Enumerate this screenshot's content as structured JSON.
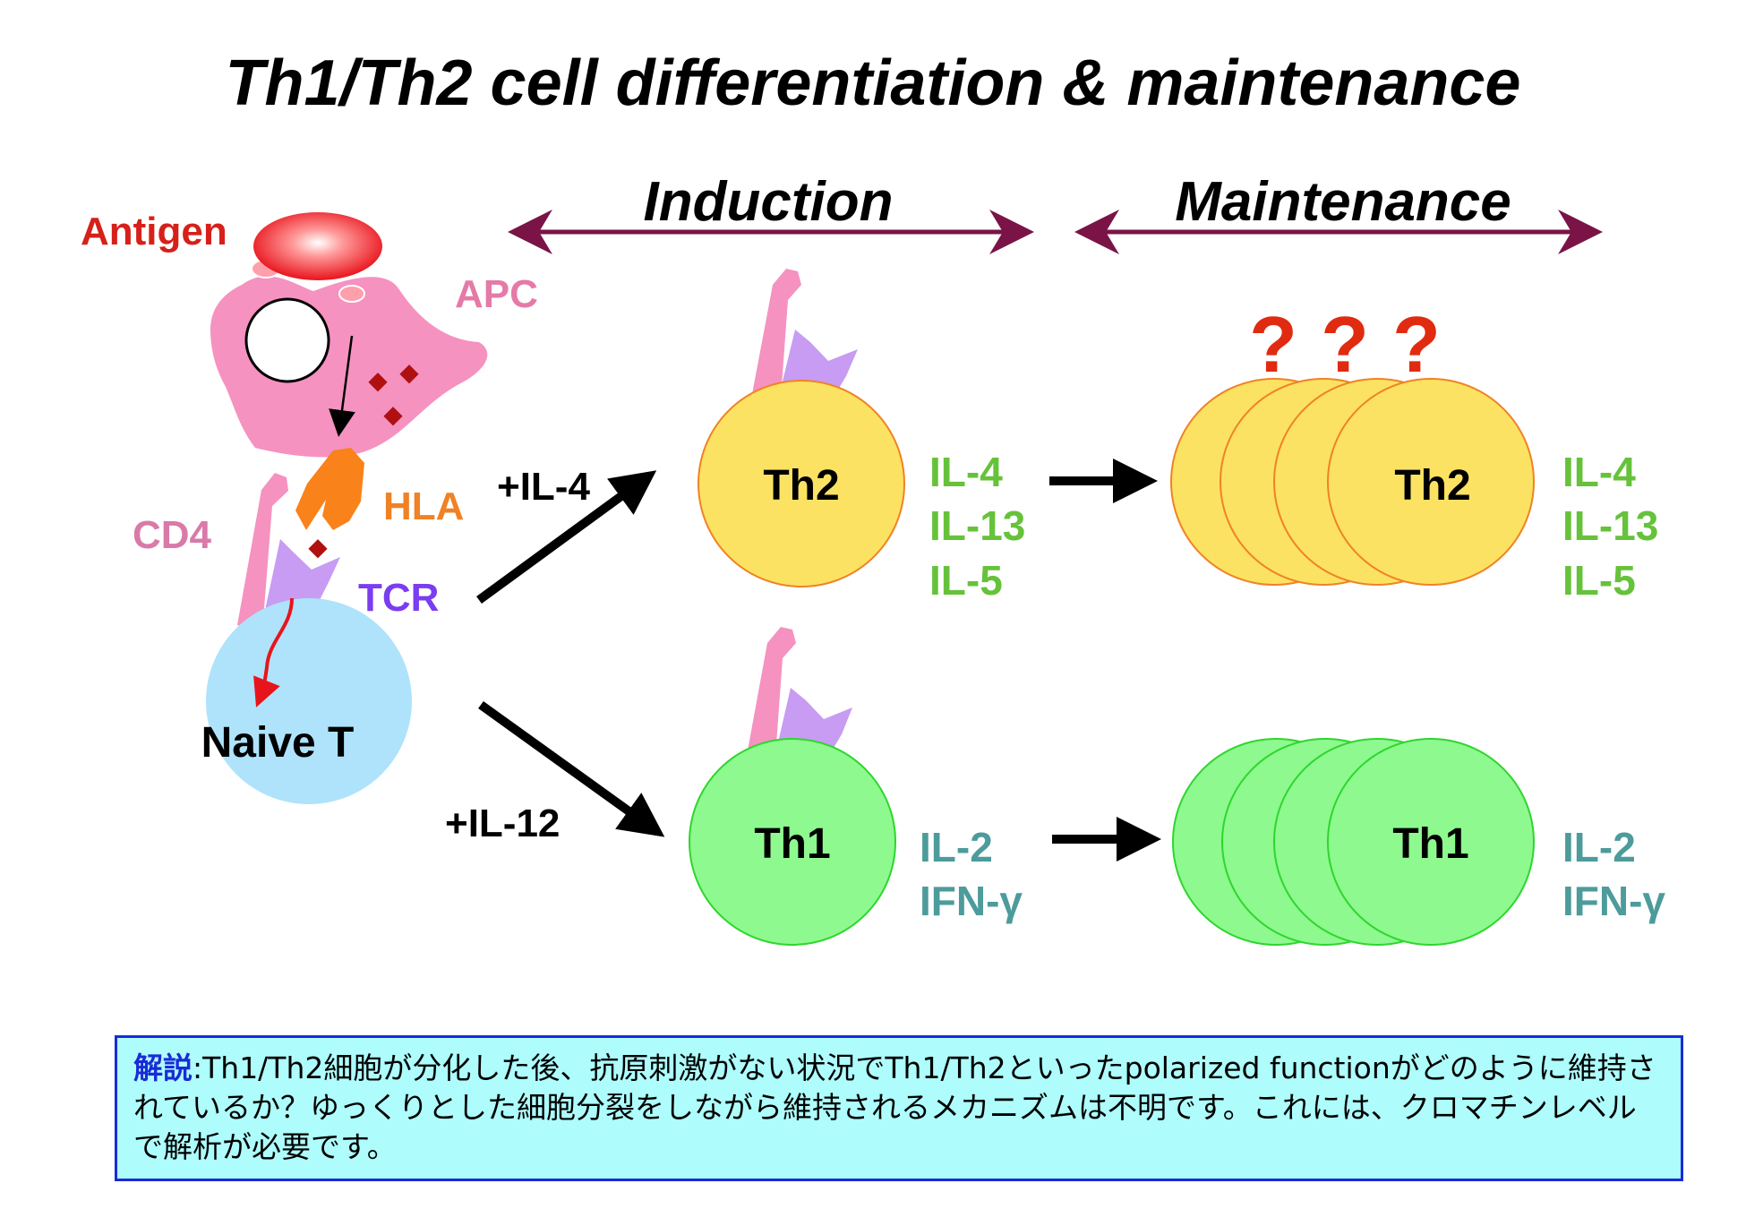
{
  "title": "Th1/Th2 cell differentiation & maintenance",
  "sections": {
    "induction": "Induction",
    "maintenance": "Maintenance"
  },
  "labels": {
    "antigen": "Antigen",
    "apc": "APC",
    "hla": "HLA",
    "cd4": "CD4",
    "tcr": "TCR",
    "naive_t": "Naive T",
    "il4_signal": "+IL-4",
    "il12_signal": "+IL-12",
    "question_marks": [
      "?",
      "?",
      "?"
    ]
  },
  "cells": {
    "th2_induction": "Th2",
    "th1_induction": "Th1",
    "th2_maintenance": "Th2",
    "th1_maintenance": "Th1"
  },
  "cytokines": {
    "th2_induction": [
      "IL-4",
      "IL-13",
      "IL-5"
    ],
    "th1_induction": [
      "IL-2",
      "IFN-γ"
    ],
    "th2_maintenance": [
      "IL-4",
      "IL-13",
      "IL-5"
    ],
    "th1_maintenance": [
      "IL-2",
      "IFN-γ"
    ]
  },
  "colors": {
    "antigen": "#e8141c",
    "apc": "#f592c0",
    "hla": "#f9821a",
    "cd4_label": "#d97aa8",
    "tcr": "#7a3df0",
    "tcr_shape": "#c79cf2",
    "naive_t": "#aee3fb",
    "th2_cell": "#fbe262",
    "th1_cell": "#8ef98e",
    "th2_cytokine": "#66c23a",
    "th1_cytokine": "#4d9b9b",
    "section_arrow": "#7a1446",
    "question": "#e02b10",
    "note_border": "#1a2bd6",
    "note_bg": "#aefcfc"
  },
  "note": {
    "label": "解説",
    "text": ":Th1/Th2細胞が分化した後、抗原刺激がない状況でTh1/Th2といったpolarized functionがどのように維持されているか？ゆっくりとした細胞分裂をしながら維持されるメカニズムは不明です。これには、クロマチンレベルで解析が必要です。"
  }
}
